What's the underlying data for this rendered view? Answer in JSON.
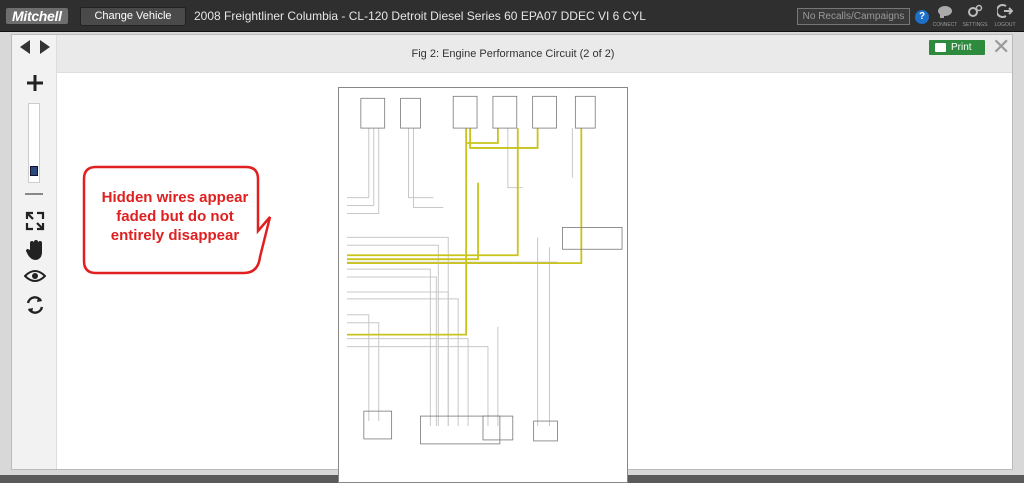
{
  "app": {
    "logo": "Mitchell",
    "change_vehicle_label": "Change Vehicle",
    "vehicle_title": "2008 Freightliner Columbia - CL-120 Detroit Diesel Series 60 EPA07 DDEC VI 6 CYL",
    "recalls_label": "No Recalls/Campaigns",
    "help_label": "?",
    "icons": [
      {
        "name": "connect-icon",
        "label": "CONNECT"
      },
      {
        "name": "settings-icon",
        "label": "SETTINGS"
      },
      {
        "name": "logout-icon",
        "label": "LOGOUT"
      }
    ]
  },
  "viewer": {
    "figure_title": "Fig 2: Engine Performance Circuit (2 of 2)",
    "print_label": "Print",
    "close_label": "✕",
    "zoom_level": 0.1
  },
  "callout": {
    "text": "Hidden wires appear faded but do not entirely disappear"
  },
  "colors": {
    "active_wire": "#c8c41a",
    "faded_wire": "#c8c8c8",
    "callout_border": "#e02020",
    "print_button": "#2e8b3d"
  }
}
